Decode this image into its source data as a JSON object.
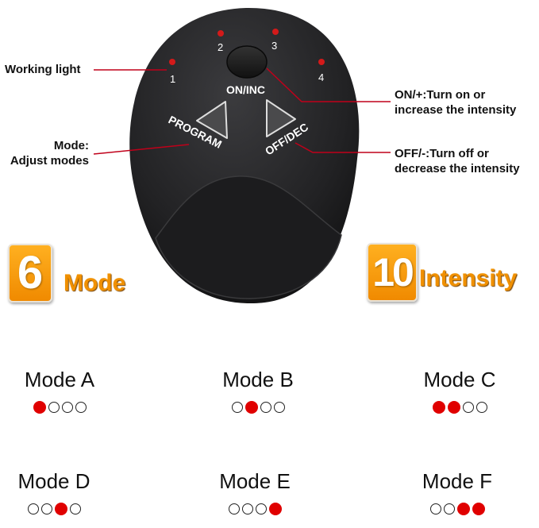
{
  "device": {
    "led_numbers": [
      "1",
      "2",
      "3",
      "4"
    ],
    "on_button_label": "ON/INC",
    "program_label": "PROGRAM",
    "off_button_label": "OFF/DEC"
  },
  "callouts": {
    "working_light": "Working light",
    "mode_line1": "Mode:",
    "mode_line2": "Adjust modes",
    "on_line1": "ON/+:Turn on or",
    "on_line2": "increase the intensity",
    "off_line1": "OFF/-:Turn off or",
    "off_line2": "decrease the intensity"
  },
  "badges": {
    "mode_number": "6",
    "mode_word": "Mode",
    "intensity_number": "10",
    "intensity_word": "Intensity"
  },
  "modes": [
    {
      "name": "Mode A",
      "lights": [
        1,
        0,
        0,
        0
      ]
    },
    {
      "name": "Mode B",
      "lights": [
        0,
        1,
        0,
        0
      ]
    },
    {
      "name": "Mode C",
      "lights": [
        1,
        1,
        0,
        0
      ]
    },
    {
      "name": "Mode D",
      "lights": [
        0,
        0,
        1,
        0
      ]
    },
    {
      "name": "Mode E",
      "lights": [
        0,
        0,
        0,
        1
      ]
    },
    {
      "name": "Mode F",
      "lights": [
        0,
        0,
        1,
        1
      ]
    }
  ],
  "colors": {
    "led_red": "#e00000",
    "callout_line": "#c0001a",
    "badge_orange": "#f59300",
    "device_body": "#2a2a2c"
  }
}
